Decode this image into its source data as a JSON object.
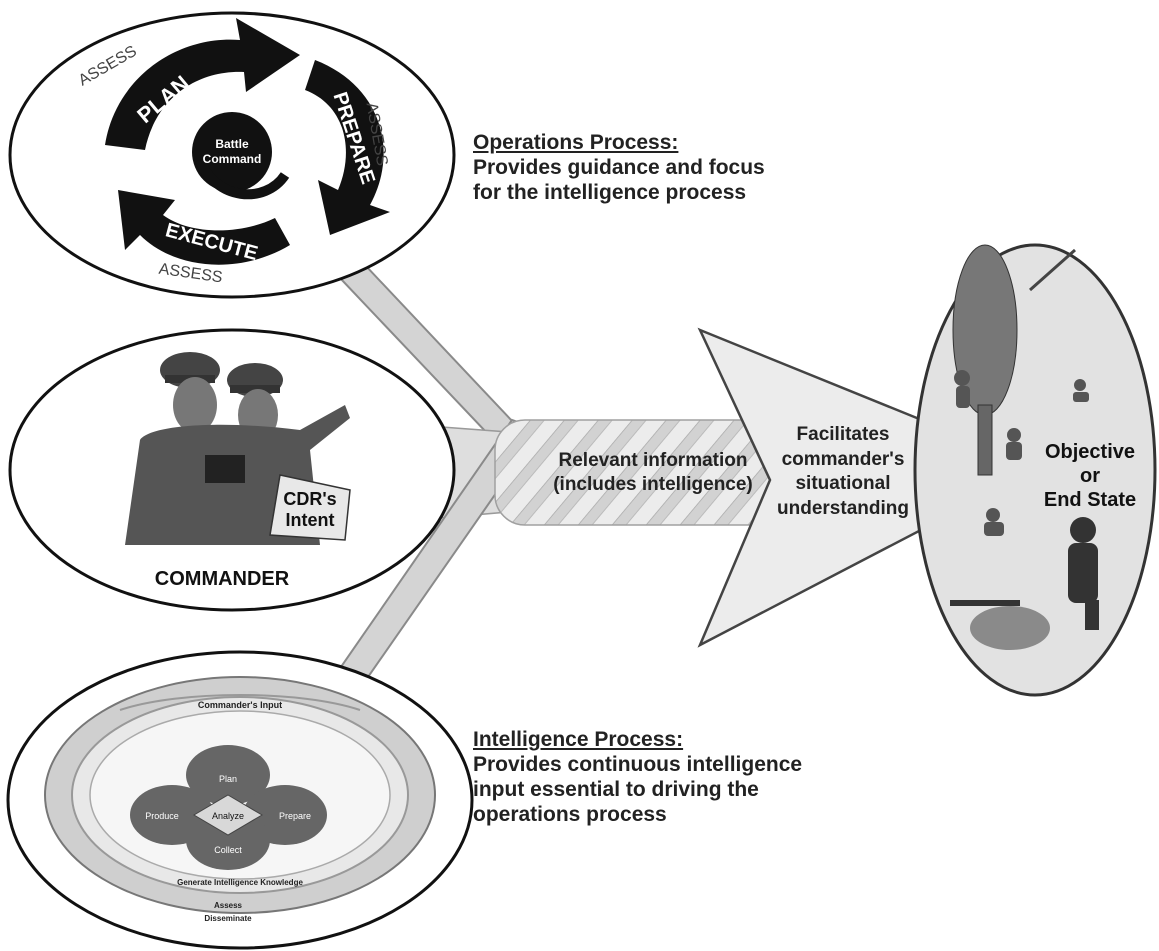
{
  "operations": {
    "plan": "PLAN",
    "prepare": "PREPARE",
    "execute": "EXECUTE",
    "assess": "ASSESS",
    "battle_command_line1": "Battle",
    "battle_command_line2": "Command"
  },
  "operations_process": {
    "title": "Operations Process:",
    "line1": "Provides guidance and focus",
    "line2": "for the intelligence process"
  },
  "commander": {
    "label": "COMMANDER",
    "intent_line1": "CDR's",
    "intent_line2": "Intent"
  },
  "relevant_info": {
    "line1": "Relevant information",
    "line2": "(includes intelligence)"
  },
  "arrow_text": {
    "line1": "Facilitates",
    "line2": "commander's",
    "line3": "situational",
    "line4": "understanding"
  },
  "objective": {
    "line1": "Objective",
    "line2": "or",
    "line3": "End State"
  },
  "intelligence_cycle": {
    "commanders_input": "Commander's Input",
    "plan": "Plan",
    "prepare": "Prepare",
    "collect": "Collect",
    "produce": "Produce",
    "analyze": "Analyze",
    "generate": "Generate Intelligence Knowledge",
    "assess": "Assess",
    "disseminate": "Disseminate"
  },
  "intelligence_process": {
    "title": "Intelligence Process:",
    "line1": "Provides continuous intelligence",
    "line2": "input  essential to driving the",
    "line3": "operations process"
  }
}
